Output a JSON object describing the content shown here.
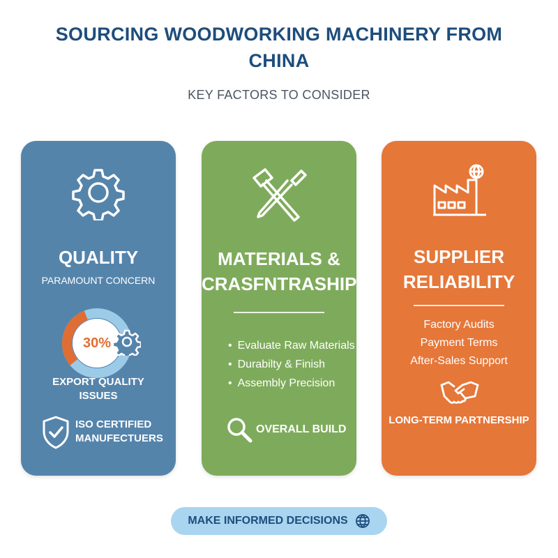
{
  "header": {
    "title": "SOURCING WOODWORKING MACHINERY FROM CHINA",
    "subtitle": "KEY FACTORS TO CONSIDER"
  },
  "cards": [
    {
      "color": "#5584ab",
      "icon": "gear-icon",
      "heading": "QUALITY",
      "subheading": "PARAMOUNT CONCERN",
      "stat_value": "30%",
      "stat_fraction": 0.3,
      "stat_label": "EXPORT QUALITY ISSUES",
      "badge_icon": "shield-check-icon",
      "badge_label": "ISO CERTIFIED MANUFECTUERS"
    },
    {
      "color": "#7eab5b",
      "icon": "tools-icon",
      "heading": "MATERIALS & CRASFNTRASHIP",
      "bullets": [
        "Evaluate Raw Materials",
        "Durabilty & Finish",
        "Assembly Precision"
      ],
      "footer_icon": "magnifier-icon",
      "footer_label": "OVERALL BUILD"
    },
    {
      "color": "#e57739",
      "icon": "factory-icon",
      "heading": "SUPPLIER RELIABILITY",
      "items": [
        "Factory Audits",
        "Payment Terms",
        "After-Sales Support"
      ],
      "footer_icon": "handshake-icon",
      "footer_label": "LONG-TERM PARTNERSHIP"
    }
  ],
  "cta": {
    "label": "MAKE INFORMED DECISIONS",
    "icon": "globe-icon"
  }
}
